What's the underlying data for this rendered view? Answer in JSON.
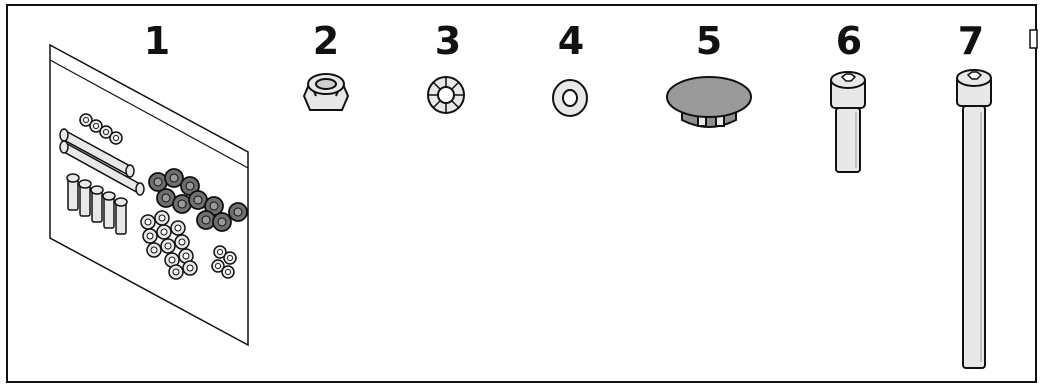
{
  "parts": [
    {
      "number": "1",
      "icon": "hardware-bag-icon"
    },
    {
      "number": "2",
      "icon": "lock-nut-icon"
    },
    {
      "number": "3",
      "icon": "lock-washer-icon"
    },
    {
      "number": "4",
      "icon": "flat-washer-icon"
    },
    {
      "number": "5",
      "icon": "cap-plug-icon"
    },
    {
      "number": "6",
      "icon": "short-cap-screw-icon"
    },
    {
      "number": "7",
      "icon": "long-cap-screw-icon"
    }
  ],
  "colors": {
    "outline": "#111111",
    "metal": "#e8e8e8",
    "shade": "#bdbdbd",
    "dark": "#6f6f6f"
  }
}
